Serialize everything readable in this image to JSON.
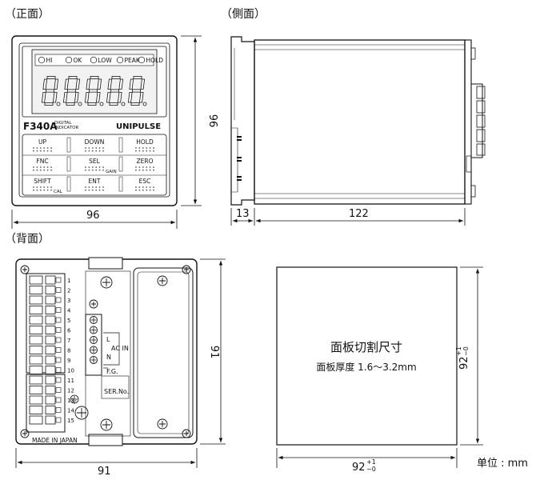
{
  "views": {
    "front": "（正面）",
    "side": "（側面）",
    "back": "（背面）"
  },
  "front": {
    "leds": [
      "HI",
      "OK",
      "LOW",
      "PEAK",
      "HOLD"
    ],
    "model": "F340A",
    "model_sub_1": "DIGITAL",
    "model_sub_2": "INDICATOR",
    "brand": "UNIPULSE",
    "keys": [
      {
        "label": "UP",
        "sub": ""
      },
      {
        "label": "DOWN",
        "sub": ""
      },
      {
        "label": "HOLD",
        "sub": ""
      },
      {
        "label": "FNC",
        "sub": ""
      },
      {
        "label": "SEL",
        "sub": "GAIN"
      },
      {
        "label": "ZERO",
        "sub": ""
      },
      {
        "label": "SHIFT",
        "sub": "CAL"
      },
      {
        "label": "ENT",
        "sub": ""
      },
      {
        "label": "ESC",
        "sub": ""
      }
    ]
  },
  "dimensions": {
    "front_width": "96",
    "front_height": "96",
    "side_front": "13",
    "side_depth": "122",
    "back_width": "91",
    "back_height": "91",
    "cutout_width_base": "92",
    "cutout_height_base": "92",
    "tol_plus": "+1",
    "tol_minus": "−0"
  },
  "back": {
    "terminals": [
      "1",
      "2",
      "3",
      "4",
      "5",
      "6",
      "7",
      "8",
      "9",
      "10",
      "11",
      "12",
      "13",
      "14",
      "15"
    ],
    "label_L": "L",
    "label_ACIN": "AC IN",
    "label_N": "N",
    "label_FG": "F.G.",
    "label_SER": "SER.No.",
    "made_in": "MADE IN JAPAN"
  },
  "cutout": {
    "title": "面板切割尺寸",
    "thickness": "面板厚度 1.6〜3.2mm"
  },
  "unit": "单位 : mm"
}
